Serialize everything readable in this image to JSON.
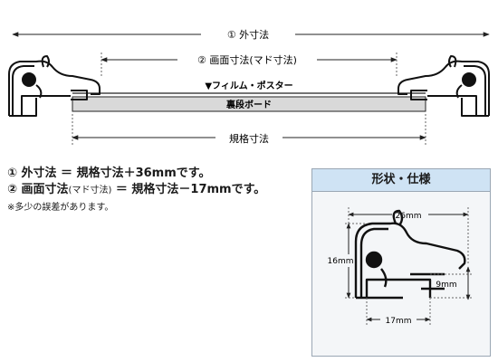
{
  "top": {
    "outer_label": "① 外寸法",
    "screen_label": "② 画面寸法(マド寸法)",
    "film_label": "▼フィルム・ポスター",
    "board_label": "裏段ボード",
    "standard_label": "規格寸法"
  },
  "notes": {
    "line1": "① 外寸法 ＝ 規格寸法＋36mmです。",
    "line2_a": "② 画面寸法",
    "line2_b": "(マド寸法)",
    "line2_c": " ＝ 規格寸法－17mmです。",
    "caution": "※多少の誤差があります。"
  },
  "spec": {
    "title": "形状・仕様",
    "width": "26mm",
    "height": "16mm",
    "inner": "9mm",
    "bottom": "17mm"
  }
}
